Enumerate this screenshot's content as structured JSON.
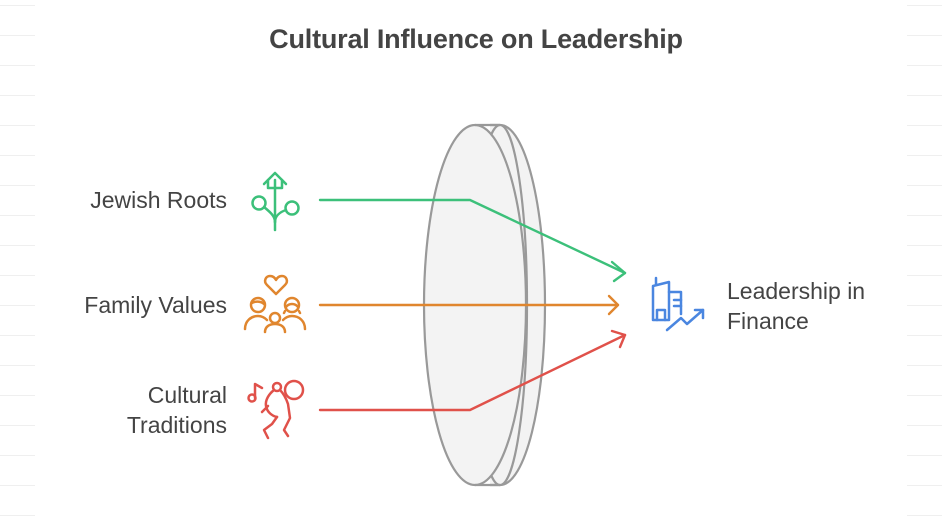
{
  "title": "Cultural Influence on Leadership",
  "inputs": [
    {
      "label": "Jewish Roots",
      "icon": "sprout-house-icon",
      "color": "#3cc07a"
    },
    {
      "label": "Family Values",
      "icon": "family-heart-icon",
      "color": "#e0862e"
    },
    {
      "label_line1": "Cultural",
      "label_line2": "Traditions",
      "icon": "dancing-music-icon",
      "color": "#e0514a"
    }
  ],
  "output": {
    "label_line1": "Leadership in",
    "label_line2": "Finance",
    "icon": "building-growth-icon",
    "color": "#4a86e0"
  },
  "lens": {
    "icon": "lens-icon",
    "fill": "#f3f3f3",
    "stroke": "#999999"
  }
}
